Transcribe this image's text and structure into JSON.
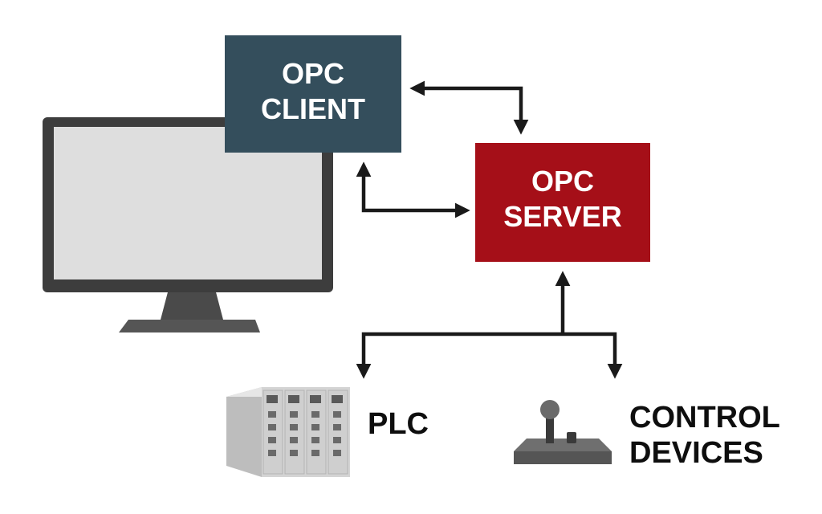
{
  "client": {
    "line1": "OPC",
    "line2": "CLIENT",
    "color": "#344e5c"
  },
  "server": {
    "line1": "OPC",
    "line2": "SERVER",
    "color": "#a50f18"
  },
  "plc": {
    "label": "PLC"
  },
  "control_devices": {
    "line1": "CONTROL",
    "line2": "DEVICES"
  },
  "icons": {
    "computer": "monitor-icon",
    "plc": "plc-rack-icon",
    "control_devices": "joystick-icon"
  },
  "colors": {
    "arrow": "#1a1a1a",
    "monitor_frame": "#3d3d3d",
    "monitor_screen": "#dedede"
  }
}
